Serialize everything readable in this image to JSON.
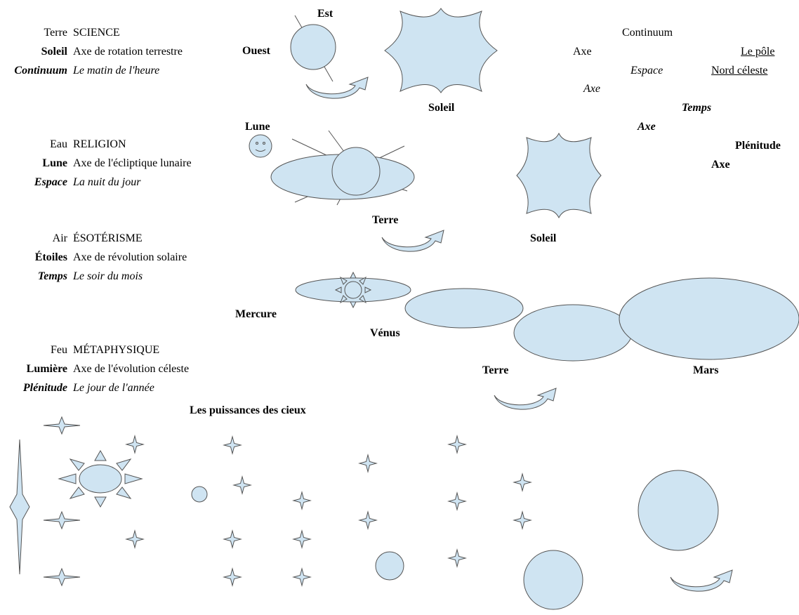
{
  "rows": [
    {
      "element": "Terre",
      "body": "Soleil",
      "dimension": "Continuum",
      "domain": "SCIENCE",
      "axis": "Axe de rotation terrestre",
      "time": "Le matin de l'heure"
    },
    {
      "element": "Eau",
      "body": "Lune",
      "dimension": "Espace",
      "domain": "RELIGION",
      "axis": "Axe de l'écliptique lunaire",
      "time": "La nuit du jour"
    },
    {
      "element": "Air",
      "body": "Étoiles",
      "dimension": "Temps",
      "domain": "ÉSOTÉRISME",
      "axis": "Axe de révolution solaire",
      "time": "Le soir du mois"
    },
    {
      "element": "Feu",
      "body": "Lumière",
      "dimension": "Plénitude",
      "domain": "MÉTAPHYSIQUE",
      "axis": "Axe de l'évolution céleste",
      "time": "Le jour de l'année"
    }
  ],
  "labels": {
    "est": "Est",
    "ouest": "Ouest",
    "soleil_top": "Soleil",
    "lune": "Lune",
    "terre_mid": "Terre",
    "soleil_mid": "Soleil",
    "mercure": "Mercure",
    "venus": "Vénus",
    "terre_low": "Terre",
    "mars": "Mars",
    "footer_title": "Les puissances des cieux"
  },
  "right_panel": {
    "continuum": "Continuum",
    "axe1": "Axe",
    "le_pole": "Le pôle",
    "espace": "Espace",
    "nord_celeste": "Nord céleste",
    "axe2": "Axe",
    "temps": "Temps",
    "axe3": "Axe",
    "plenitude": "Plénitude",
    "axe4": "Axe"
  },
  "colors": {
    "shape_fill": "#cfe4f2",
    "shape_stroke": "#555555"
  }
}
